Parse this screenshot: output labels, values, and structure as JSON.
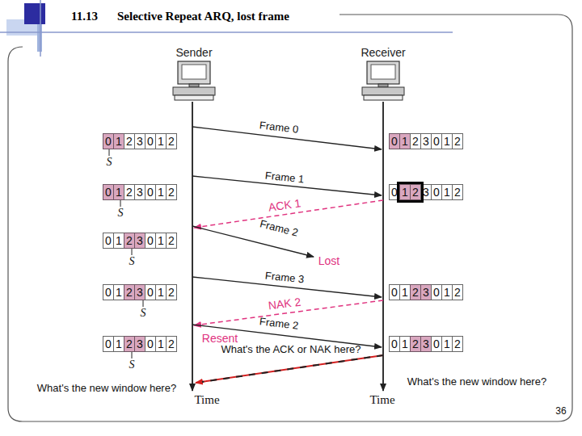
{
  "diagram": {
    "title": "Selective Repeat ARQ, lost frame",
    "nodes": [
      {
        "text": [
          "0",
          "1",
          "2",
          "3",
          "0",
          "1",
          "2"
        ]
      },
      {
        "text": [
          "0",
          "1",
          "2",
          "3",
          "0",
          "1",
          "2"
        ]
      },
      {
        "text": [
          "0",
          "1",
          "2",
          "3",
          "0",
          "1",
          "2"
        ]
      },
      {
        "text": [
          "0",
          "1",
          "2",
          "3",
          "0",
          "1",
          "2"
        ]
      },
      {
        "text": [
          "0",
          "1",
          "2",
          "3",
          "0",
          "1",
          "2"
        ]
      },
      {
        "text": [
          "0",
          "1",
          "2",
          "3",
          "0",
          "1",
          "2"
        ]
      },
      {
        "text": [
          "0",
          "1",
          "2",
          "3",
          "0",
          "1",
          "2"
        ]
      },
      {
        "text": [
          "0",
          "1",
          "2",
          "3",
          "0",
          "1",
          "2"
        ]
      },
      {
        "text": [
          "0",
          "1",
          "2",
          "3",
          "0",
          "1",
          "2"
        ]
      }
    ],
    "labels": [
      "11.13",
      "Sender",
      "Receiver",
      "Frame 0",
      "S",
      "Frame 1",
      "ACK 1",
      "S",
      "Frame 2",
      "S",
      "Lost",
      "Frame 3",
      "NAK 2",
      "S",
      "Resent",
      "Frame 2",
      "S",
      "What's the ACK or NAK here?",
      "What's the new window here?",
      "What's the new window here?",
      "Time",
      "Time",
      "36"
    ]
  }
}
